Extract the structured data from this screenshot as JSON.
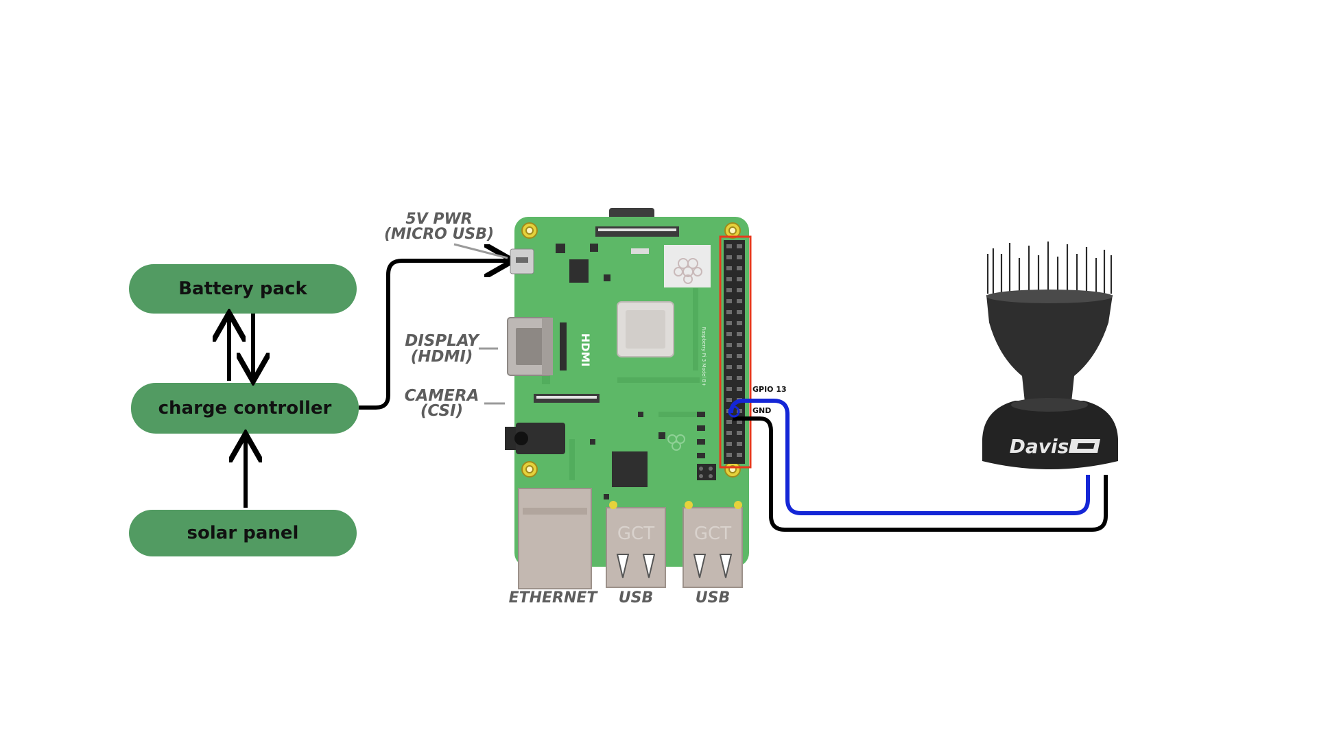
{
  "boxes": {
    "battery": "Battery pack",
    "controller": "charge controller",
    "solar": "solar panel"
  },
  "pi": {
    "power_label_line1": "5V PWR",
    "power_label_line2": "(MICRO USB)",
    "display_label_line1": "DISPLAY",
    "display_label_line2": "(HDMI)",
    "camera_label_line1": "CAMERA",
    "camera_label_line2": "(CSI)",
    "hdmi_text": "HDMI",
    "ethernet_label": "ETHERNET",
    "usb1_label": "USB",
    "usb2_label": "USB",
    "usb1_brand": "GCT",
    "usb2_brand": "GCT"
  },
  "pins": {
    "gpio": "GPIO 13",
    "gnd": "GND"
  },
  "sensor": {
    "brand": "Davis"
  },
  "colors": {
    "box_fill": "#529b62",
    "board_green": "#5db867",
    "header_outline": "#e8391d",
    "signal_wire": "#1426d6",
    "ground_wire": "#000000"
  }
}
